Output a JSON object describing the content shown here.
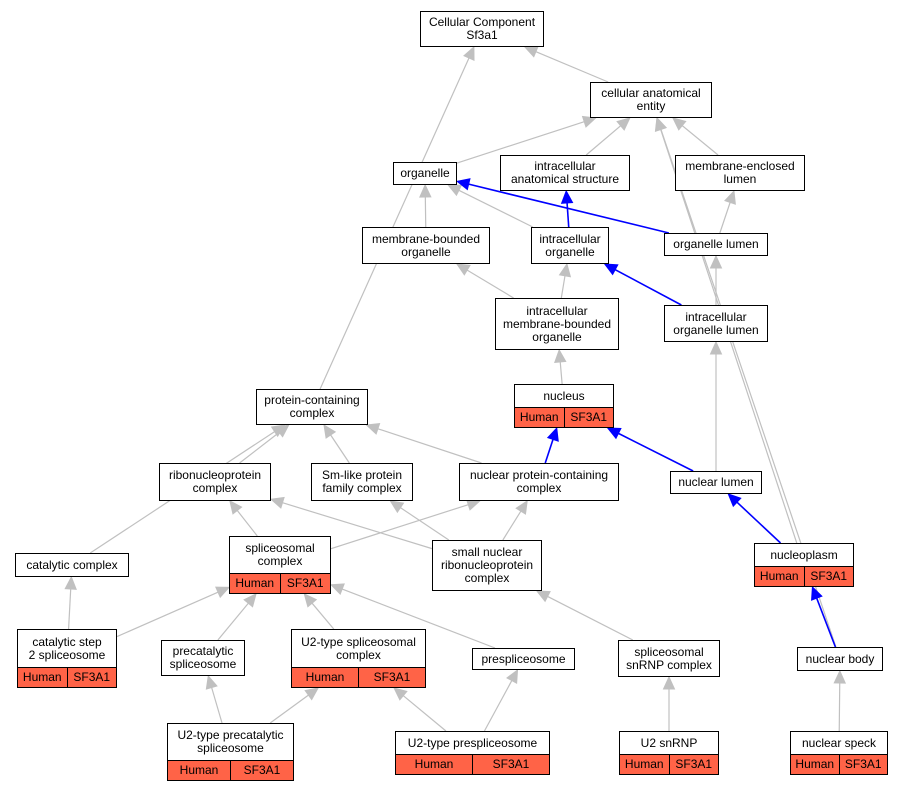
{
  "colors": {
    "grey_edge": "#c0c0c0",
    "blue_edge": "#0000ff",
    "annotation_fill": "#ff6347"
  },
  "nodes": {
    "cc": {
      "label": "Cellular Component\nSf3a1"
    },
    "cae": {
      "label": "cellular anatomical\nentity"
    },
    "organelle": {
      "label": "organelle"
    },
    "ias": {
      "label": "intracellular\nanatomical structure"
    },
    "mel": {
      "label": "membrane-enclosed\nlumen"
    },
    "mbo": {
      "label": "membrane-bounded\norganelle"
    },
    "io": {
      "label": "intracellular\norganelle"
    },
    "ol": {
      "label": "organelle lumen"
    },
    "imbo": {
      "label": "intracellular\nmembrane-bounded\norganelle"
    },
    "iol": {
      "label": "intracellular\norganelle lumen"
    },
    "nucleus": {
      "label": "nucleus",
      "ann": [
        "Human",
        "SF3A1"
      ]
    },
    "pcc": {
      "label": "protein-containing\ncomplex"
    },
    "rnp": {
      "label": "ribonucleoprotein\ncomplex"
    },
    "sm": {
      "label": "Sm-like protein\nfamily complex"
    },
    "npc": {
      "label": "nuclear protein-containing\ncomplex"
    },
    "nl": {
      "label": "nuclear lumen"
    },
    "catc": {
      "label": "catalytic complex"
    },
    "spc": {
      "label": "spliceosomal\ncomplex",
      "ann": [
        "Human",
        "SF3A1"
      ]
    },
    "snrnp": {
      "label": "small nuclear\nribonucleoprotein\ncomplex"
    },
    "np": {
      "label": "nucleoplasm",
      "ann": [
        "Human",
        "SF3A1"
      ]
    },
    "cs2": {
      "label": "catalytic step\n2 spliceosome",
      "ann": [
        "Human",
        "SF3A1"
      ]
    },
    "precat": {
      "label": "precatalytic\nspliceosome"
    },
    "u2spc": {
      "label": "U2-type spliceosomal\ncomplex",
      "ann": [
        "Human",
        "SF3A1"
      ]
    },
    "presp": {
      "label": "prespliceosome"
    },
    "ssnrnp": {
      "label": "spliceosomal\nsnRNP complex"
    },
    "nb": {
      "label": "nuclear body"
    },
    "u2precat": {
      "label": "U2-type precatalytic\nspliceosome",
      "ann": [
        "Human",
        "SF3A1"
      ]
    },
    "u2presp": {
      "label": "U2-type prespliceosome",
      "ann": [
        "Human",
        "SF3A1"
      ]
    },
    "u2snrnp": {
      "label": "U2 snRNP",
      "ann": [
        "Human",
        "SF3A1"
      ]
    },
    "ns": {
      "label": "nuclear speck",
      "ann": [
        "Human",
        "SF3A1"
      ]
    }
  },
  "edges": [
    {
      "from": "cae",
      "to": "cc",
      "color": "grey"
    },
    {
      "from": "pcc",
      "to": "cc",
      "color": "grey"
    },
    {
      "from": "organelle",
      "to": "cae",
      "color": "grey"
    },
    {
      "from": "ias",
      "to": "cae",
      "color": "grey"
    },
    {
      "from": "mel",
      "to": "cae",
      "color": "grey"
    },
    {
      "from": "np",
      "to": "cae",
      "color": "grey"
    },
    {
      "from": "nb",
      "to": "cae",
      "color": "grey"
    },
    {
      "from": "mbo",
      "to": "organelle",
      "color": "grey"
    },
    {
      "from": "io",
      "to": "organelle",
      "color": "grey"
    },
    {
      "from": "ol",
      "to": "organelle",
      "color": "blue"
    },
    {
      "from": "io",
      "to": "ias",
      "color": "blue"
    },
    {
      "from": "ol",
      "to": "mel",
      "color": "grey"
    },
    {
      "from": "imbo",
      "to": "mbo",
      "color": "grey"
    },
    {
      "from": "imbo",
      "to": "io",
      "color": "grey"
    },
    {
      "from": "iol",
      "to": "io",
      "color": "blue"
    },
    {
      "from": "iol",
      "to": "ol",
      "color": "grey"
    },
    {
      "from": "nucleus",
      "to": "imbo",
      "color": "grey"
    },
    {
      "from": "nl",
      "to": "iol",
      "color": "grey"
    },
    {
      "from": "nl",
      "to": "nucleus",
      "color": "blue"
    },
    {
      "from": "npc",
      "to": "nucleus",
      "color": "blue"
    },
    {
      "from": "rnp",
      "to": "pcc",
      "color": "grey"
    },
    {
      "from": "sm",
      "to": "pcc",
      "color": "grey"
    },
    {
      "from": "npc",
      "to": "pcc",
      "color": "grey"
    },
    {
      "from": "catc",
      "to": "pcc",
      "color": "grey"
    },
    {
      "from": "spc",
      "to": "rnp",
      "color": "grey"
    },
    {
      "from": "snrnp",
      "to": "rnp",
      "color": "grey"
    },
    {
      "from": "snrnp",
      "to": "sm",
      "color": "grey"
    },
    {
      "from": "spc",
      "to": "npc",
      "color": "grey"
    },
    {
      "from": "snrnp",
      "to": "npc",
      "color": "grey"
    },
    {
      "from": "np",
      "to": "nl",
      "color": "blue"
    },
    {
      "from": "nb",
      "to": "np",
      "color": "blue"
    },
    {
      "from": "cs2",
      "to": "catc",
      "color": "grey"
    },
    {
      "from": "cs2",
      "to": "spc",
      "color": "grey"
    },
    {
      "from": "precat",
      "to": "spc",
      "color": "grey"
    },
    {
      "from": "u2spc",
      "to": "spc",
      "color": "grey"
    },
    {
      "from": "presp",
      "to": "spc",
      "color": "grey"
    },
    {
      "from": "ssnrnp",
      "to": "snrnp",
      "color": "grey"
    },
    {
      "from": "u2precat",
      "to": "precat",
      "color": "grey"
    },
    {
      "from": "u2precat",
      "to": "u2spc",
      "color": "grey"
    },
    {
      "from": "u2presp",
      "to": "u2spc",
      "color": "grey"
    },
    {
      "from": "u2presp",
      "to": "presp",
      "color": "grey"
    },
    {
      "from": "u2snrnp",
      "to": "ssnrnp",
      "color": "grey"
    },
    {
      "from": "ns",
      "to": "nb",
      "color": "grey"
    }
  ]
}
